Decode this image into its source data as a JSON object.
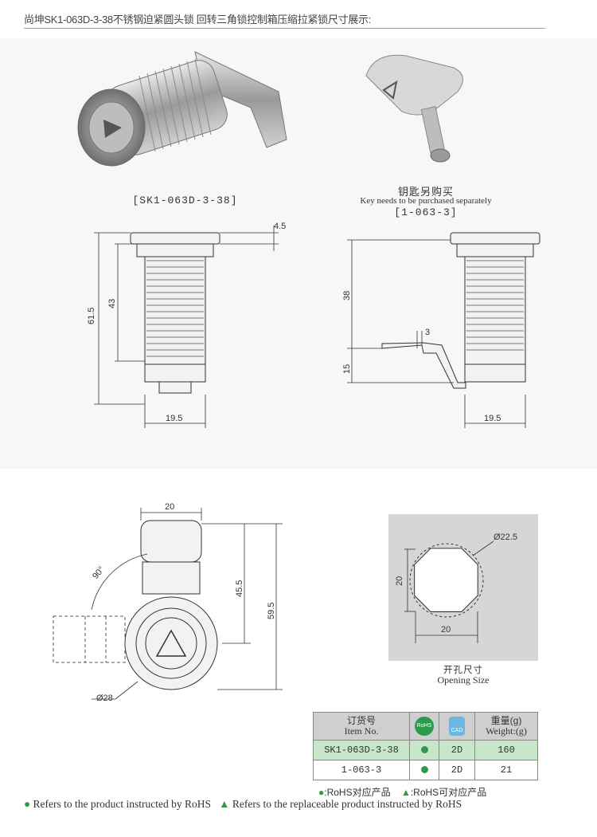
{
  "header": {
    "title": "尚坤SK1-063D-3-38不锈钢迫紧圆头锁 回转三角锁控制箱压缩拉紧锁尺寸展示:"
  },
  "product": {
    "caption": "[SK1-063D-3-38]"
  },
  "key": {
    "title_cn": "钥匙另购买",
    "title_en": "Key needs to be purchased separately",
    "caption": "[1-063-3]"
  },
  "dims_side": {
    "d1": "4.5",
    "d2": "43",
    "d3": "61.5",
    "d4": "19.5"
  },
  "dims_side2": {
    "d1": "38",
    "d2": "3",
    "d3": "15",
    "d4": "19.5"
  },
  "dims_front": {
    "d1": "20",
    "d2": "90°",
    "d3": "45.5",
    "d4": "59.5",
    "d5": "Ø28"
  },
  "opening": {
    "d1": "Ø22.5",
    "d2": "20",
    "d3": "20",
    "label_cn": "开孔尺寸",
    "label_en": "Opening Size"
  },
  "table": {
    "h_item_cn": "订货号",
    "h_item_en": "Item No.",
    "h_rohs": "RoHS",
    "h_cad": "CAD",
    "h_weight_cn": "重量(g)",
    "h_weight_en": "Weight:(g)",
    "rows": [
      {
        "item": "SK1-063D-3-38",
        "cad": "2D",
        "weight": "160"
      },
      {
        "item": "1-063-3",
        "cad": "2D",
        "weight": "21"
      }
    ]
  },
  "legend": {
    "l1": ":RoHS对应产品",
    "l2": ":RoHS可对应产品",
    "l3": "Refers to the product instructed by RoHS",
    "l4": "Refers to the replaceable product instructed by RoHS"
  },
  "colors": {
    "green": "#2c9a4a",
    "row_green": "#c8e6c8",
    "opening_bg": "#d6d6d6"
  }
}
